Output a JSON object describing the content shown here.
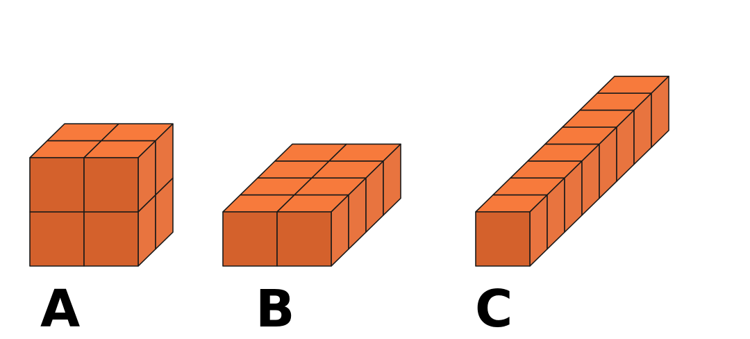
{
  "figures": [
    {
      "label": "A",
      "cols": 2,
      "rows": 2,
      "depth": 2
    },
    {
      "label": "B",
      "cols": 2,
      "rows": 1,
      "depth": 4
    },
    {
      "label": "C",
      "cols": 1,
      "rows": 1,
      "depth": 8
    }
  ],
  "colors": {
    "front": "#D4612C",
    "top": "#F77A3C",
    "side": "#E8743F",
    "stroke": "#1a1a1a",
    "background": "#ffffff"
  }
}
